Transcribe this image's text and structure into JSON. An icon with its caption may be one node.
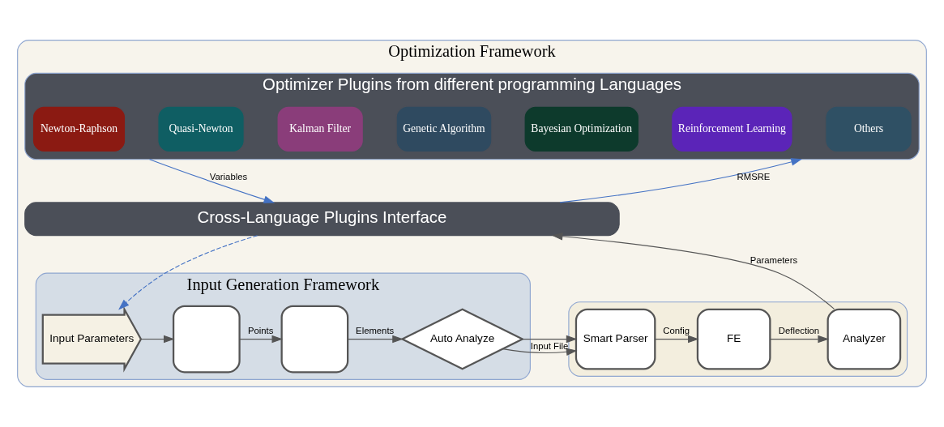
{
  "diagram": {
    "nodes": [
      {
        "text": [
          "Optimization Framework"
        ]
      },
      {
        "text": [
          "Optimizer Plugins from different programming Languages"
        ],
        "in": 0
      },
      {
        "text": [
          "Newton-Raphson"
        ],
        "in": 1
      },
      {
        "text": [
          "Quasi-Newton"
        ],
        "in": 1
      },
      {
        "text": [
          "Kalman Filter"
        ],
        "in": 1
      },
      {
        "text": [
          "Genetic Algorithm"
        ],
        "in": 1
      },
      {
        "text": [
          "Bayesian Optimization"
        ],
        "in": 1
      },
      {
        "text": [
          "Reinforcement Learning"
        ],
        "in": 1
      },
      {
        "text": [
          "Others"
        ],
        "in": 1
      },
      {
        "text": [
          "Cross-Language Plugins Interface"
        ],
        "in": 0
      },
      {
        "text": [
          "Input Generation Framework"
        ],
        "in": 0
      },
      {
        "text": [
          "Input Parameters"
        ],
        "in": 10
      },
      {
        "text": [],
        "shape": "box",
        "in": 10
      },
      {
        "text": [],
        "shape": "box",
        "in": 10
      },
      {
        "text": [
          "Auto Analyze"
        ],
        "in": 10
      },
      {
        "text": [],
        "shape": "box",
        "in": 0
      },
      {
        "text": [
          "Smart Parser"
        ],
        "in": 15
      },
      {
        "text": [
          "FE"
        ],
        "in": 15
      },
      {
        "text": [
          "Analyzer"
        ],
        "in": 15
      }
    ],
    "edges": [
      {
        "from": 1,
        "to": 9,
        "arrow": "to",
        "label": "Variables",
        "color": "#4472c4"
      },
      {
        "from": 9,
        "to": 1,
        "arrow": "to",
        "label": "RMSRE",
        "color": "#4472c4"
      },
      {
        "from": 9,
        "to": 11,
        "arrow": "to",
        "style": "dashed",
        "color": "#4472c4"
      },
      {
        "from": 11,
        "to": 12,
        "arrow": "to"
      },
      {
        "from": 12,
        "to": 13,
        "arrow": "to",
        "label": "Points"
      },
      {
        "from": 13,
        "to": 14,
        "arrow": "to",
        "label": "Elements"
      },
      {
        "from": 14,
        "to": 16,
        "arrow": "to",
        "label": "Input File"
      },
      {
        "from": 16,
        "to": 17,
        "arrow": "to",
        "label": "Config"
      },
      {
        "from": 17,
        "to": 18,
        "arrow": "to",
        "label": "Deflection"
      },
      {
        "from": 18,
        "to": 9,
        "arrow": "to",
        "label": "Parameters"
      }
    ]
  }
}
